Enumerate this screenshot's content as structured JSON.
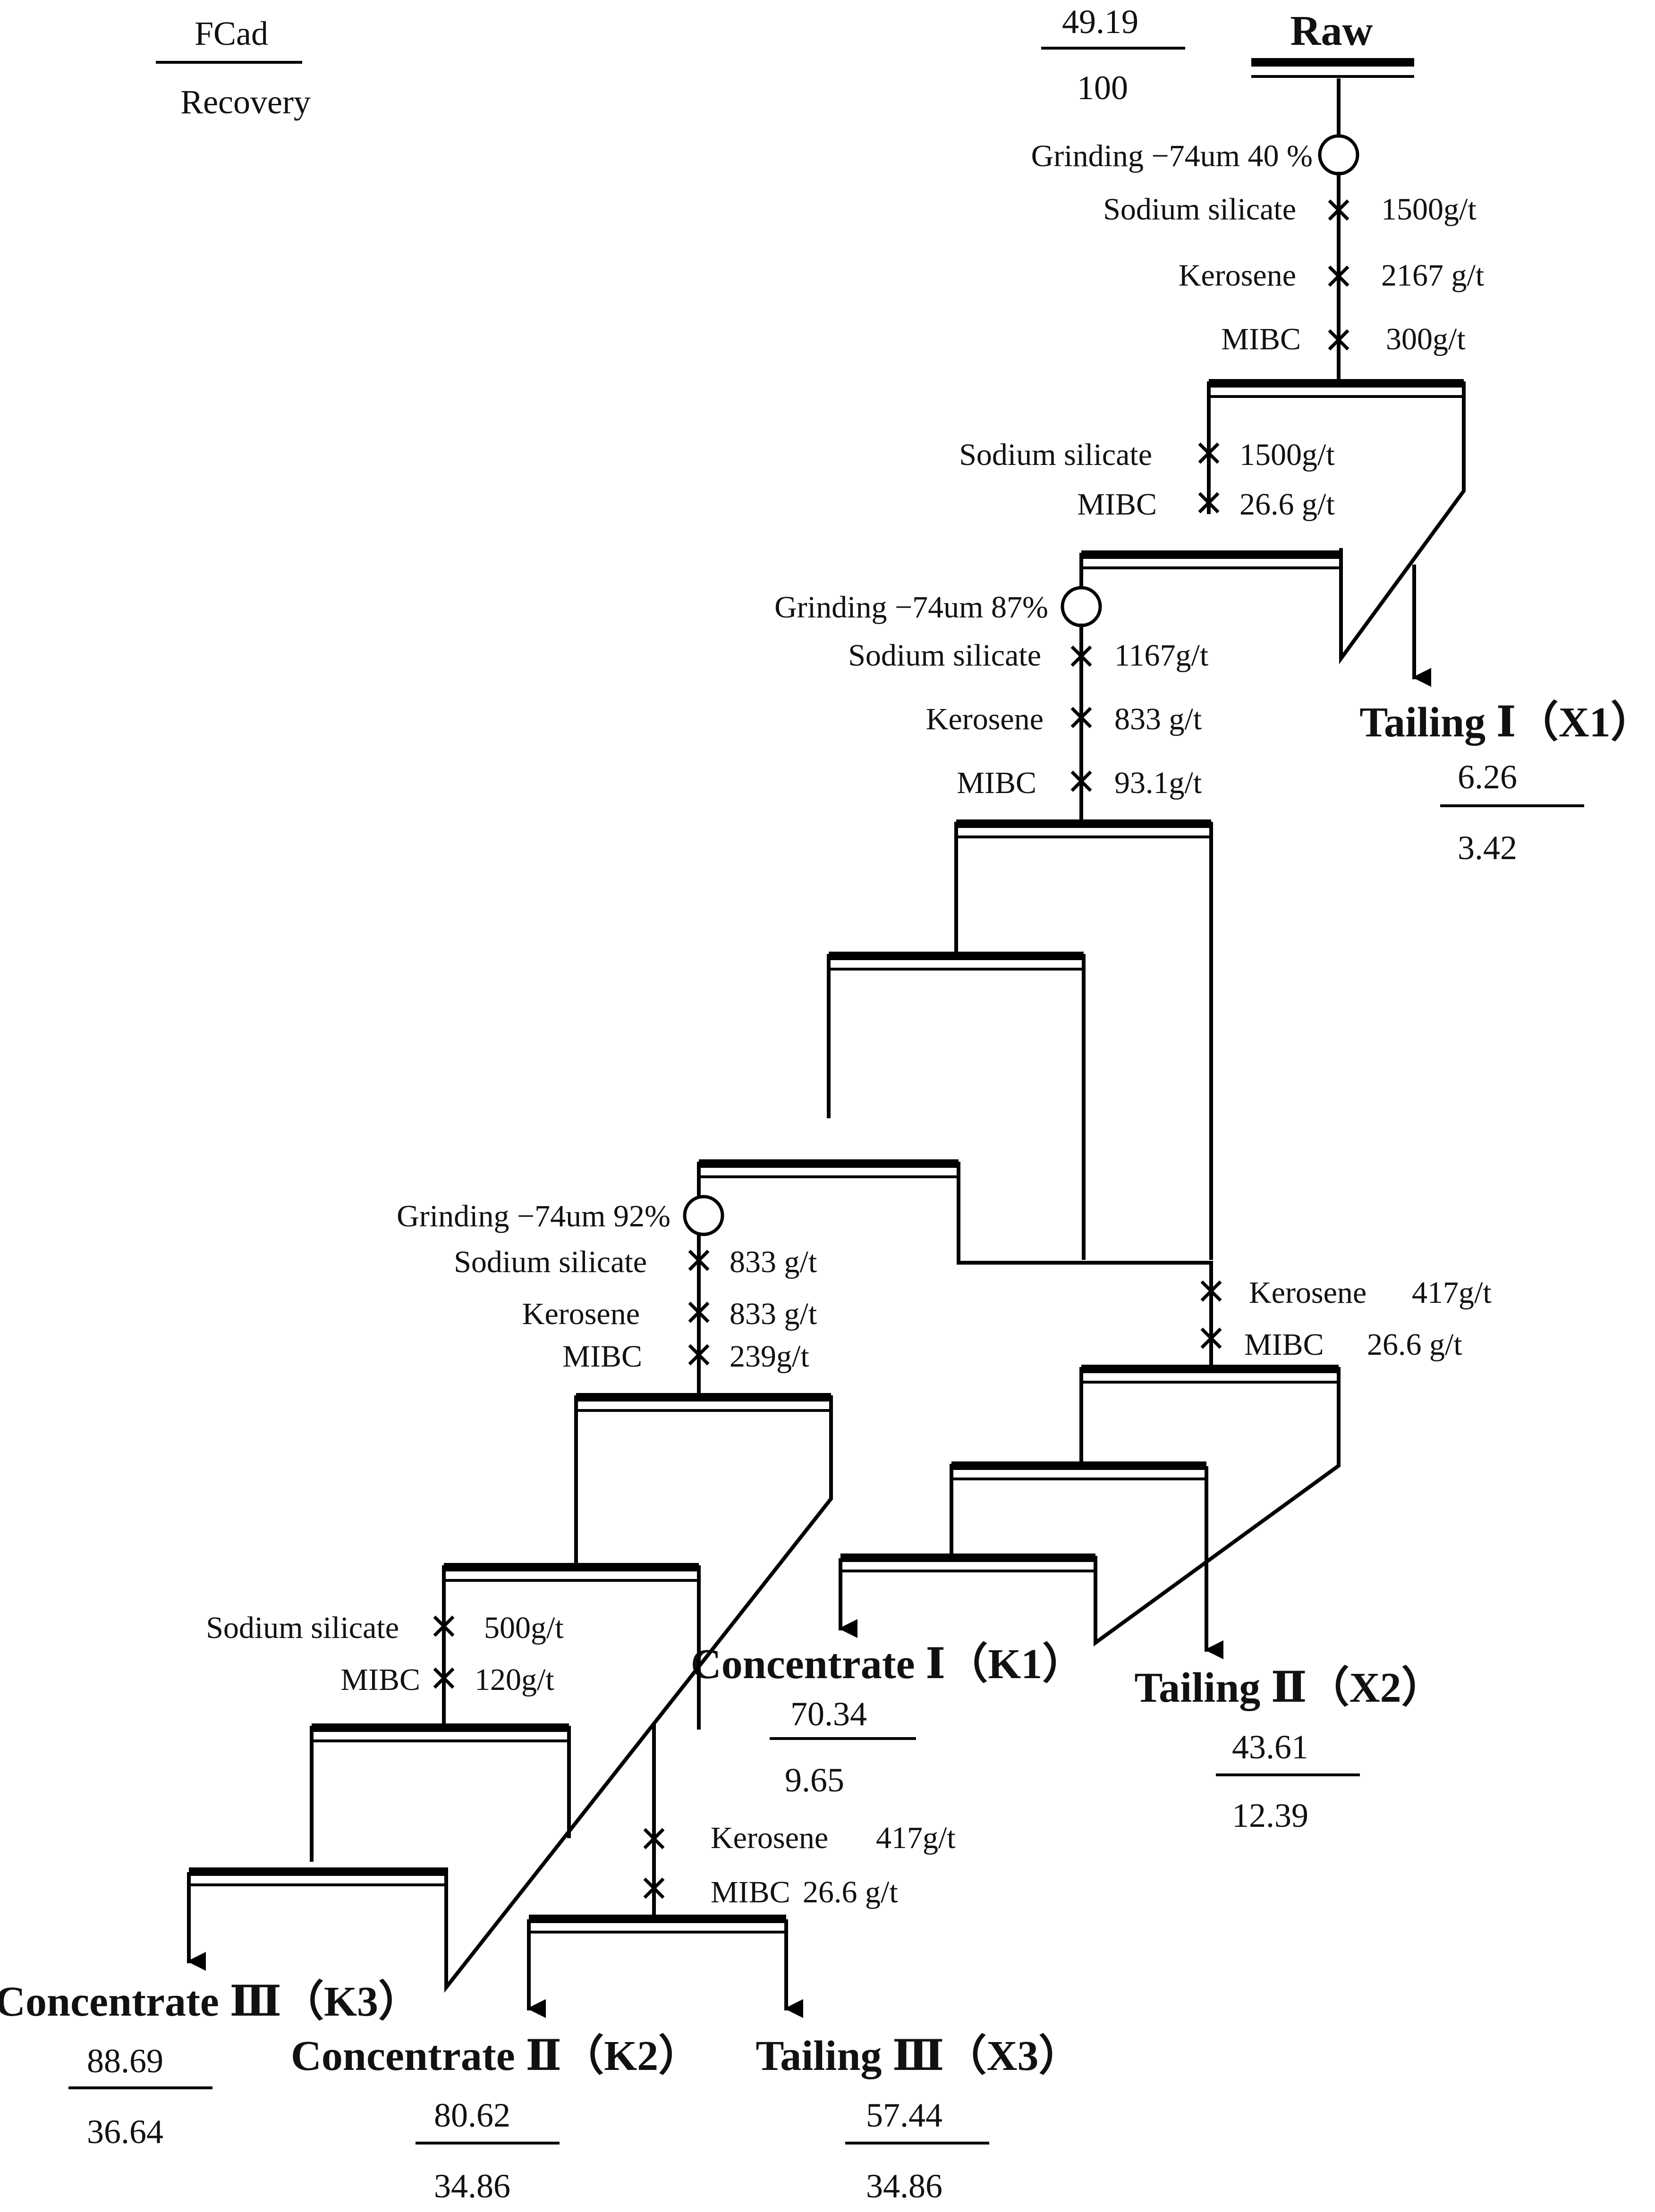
{
  "legend": {
    "top": "FCad",
    "bottom": "Recovery"
  },
  "feed": {
    "title": "Raw",
    "fcad": "49.19",
    "recovery": "100"
  },
  "grinding": [
    {
      "label": "Grinding −74um 40 %"
    },
    {
      "label": "Grinding −74um 87%"
    },
    {
      "label": "Grinding −74um 92%"
    }
  ],
  "reagents_stage1": [
    {
      "name": "Sodium silicate",
      "dose": "1500g/t"
    },
    {
      "name": "Kerosene",
      "dose": "2167 g/t"
    },
    {
      "name": "MIBC",
      "dose": "300g/t"
    }
  ],
  "reagents_scav1": [
    {
      "name": "Sodium silicate",
      "dose": "1500g/t"
    },
    {
      "name": "MIBC",
      "dose": "26.6 g/t"
    }
  ],
  "reagents_stage2": [
    {
      "name": "Sodium silicate",
      "dose": "1167g/t"
    },
    {
      "name": "Kerosene",
      "dose": "833 g/t"
    },
    {
      "name": "MIBC",
      "dose": "93.1g/t"
    }
  ],
  "reagents_scav2": [
    {
      "name": "Kerosene",
      "dose": "417g/t"
    },
    {
      "name": "MIBC",
      "dose": "26.6 g/t"
    }
  ],
  "reagents_stage3": [
    {
      "name": "Sodium silicate",
      "dose": "833 g/t"
    },
    {
      "name": "Kerosene",
      "dose": "833 g/t"
    },
    {
      "name": "MIBC",
      "dose": "239g/t"
    }
  ],
  "reagents_clean3": [
    {
      "name": "Sodium silicate",
      "dose": "500g/t"
    },
    {
      "name": "MIBC",
      "dose": "120g/t"
    }
  ],
  "reagents_scav3": [
    {
      "name": "Kerosene",
      "dose": "417g/t"
    },
    {
      "name": "MIBC",
      "dose": "26.6 g/t"
    }
  ],
  "products": {
    "tailing1": {
      "label": "Tailing Ⅰ（X1）",
      "fcad": "6.26",
      "recovery": "3.42"
    },
    "concentrate1": {
      "label": "Concentrate Ⅰ（K1）",
      "fcad": "70.34",
      "recovery": "9.65"
    },
    "tailing2": {
      "label": "Tailing Ⅱ（X2）",
      "fcad": "43.61",
      "recovery": "12.39"
    },
    "concentrate3": {
      "label": "Concentrate Ⅲ（K3）",
      "fcad": "88.69",
      "recovery": "36.64"
    },
    "concentrate2": {
      "label": "Concentrate Ⅱ（K2）",
      "fcad": "80.62",
      "recovery": "34.86"
    },
    "tailing3": {
      "label": "Tailing Ⅲ（X3）",
      "fcad": "57.44",
      "recovery": "34.86"
    }
  }
}
